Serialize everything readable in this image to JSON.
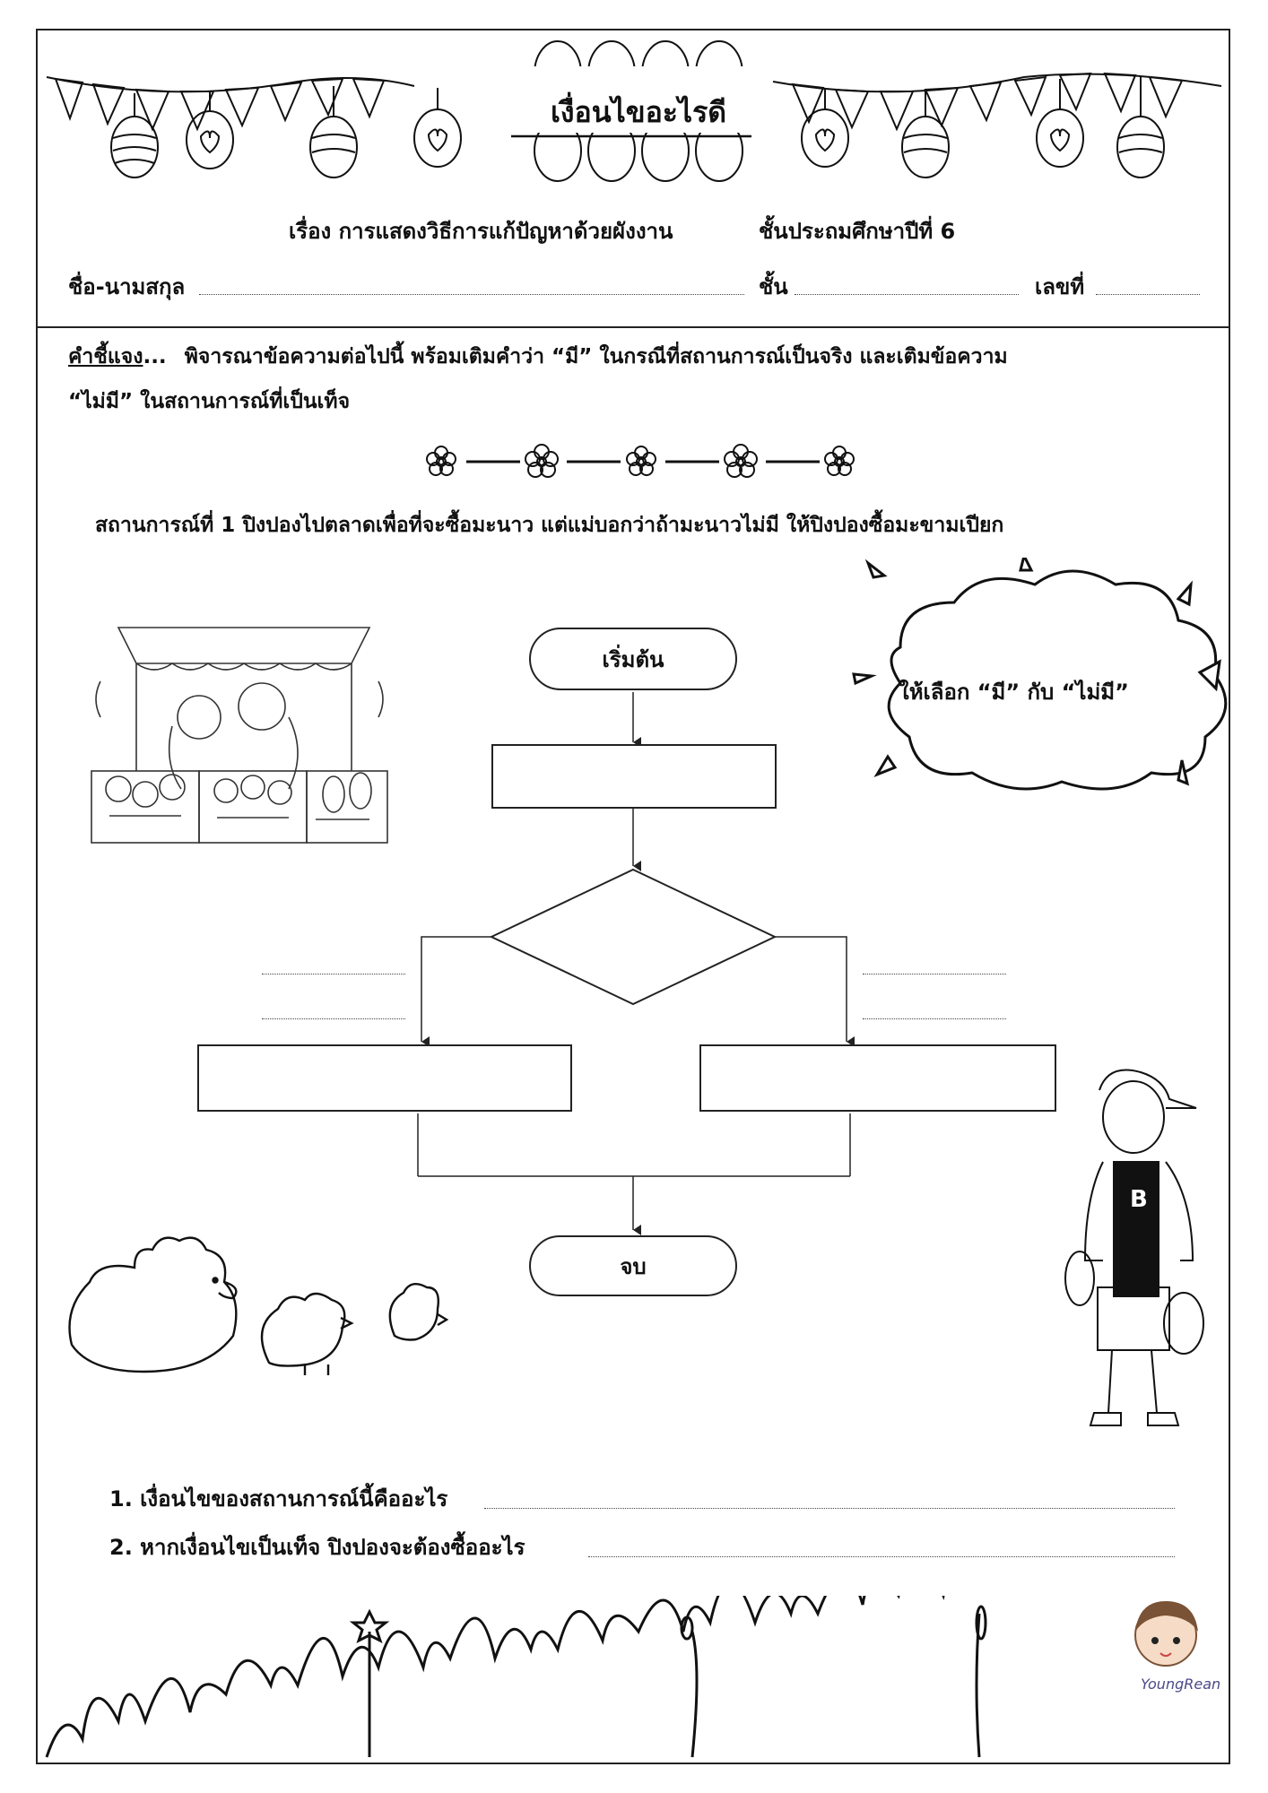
{
  "header": {
    "title": "เงื่อนไขอะไรดี",
    "subject": "เรื่อง การแสดงวิธีการแก้ปัญหาด้วยผังงาน",
    "grade": "ชั้นประถมศึกษาปีที่ 6",
    "name_label": "ชื่อ-นามสกุล",
    "class_label": "ชั้น",
    "number_label": "เลขที่"
  },
  "instructions": {
    "label": "คำชี้แจง",
    "ellipsis": "...",
    "line1": "พิจารณาข้อความต่อไปนี้  พร้อมเติมคำว่า  “มี”  ในกรณีที่สถานการณ์เป็นจริง  และเติมข้อความ",
    "line2": "“ไม่มี” ในสถานการณ์ที่เป็นเท็จ"
  },
  "situation": {
    "text": "สถานการณ์ที่ 1 ปิงปองไปตลาดเพื่อที่จะซื้อมะนาว แต่แม่บอกว่าถ้ามะนาวไม่มี ให้ปิงปองซื้อมะขามเปียก"
  },
  "flowchart": {
    "start_label": "เริ่มต้น",
    "end_label": "จบ"
  },
  "hint": {
    "text": "ให้เลือก “มี” กับ “ไม่มี”"
  },
  "questions": [
    {
      "text": "1. เงื่อนไขของสถานการณ์นี้คืออะไร"
    },
    {
      "text": "2. หากเงื่อนไขเป็นเท็จ ปิงปองจะต้องซื้ออะไร"
    }
  ],
  "watermark": "YoungRean"
}
